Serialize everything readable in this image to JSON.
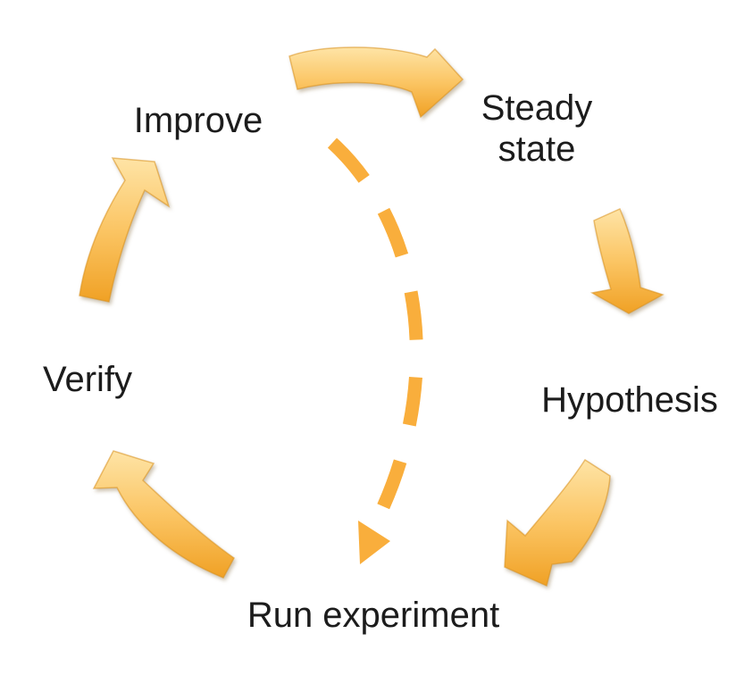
{
  "diagram": {
    "type": "cycle-diagram",
    "background": "#ffffff",
    "nodes": [
      {
        "id": "improve",
        "label": "Improve"
      },
      {
        "id": "steady-state",
        "label": "Steady state"
      },
      {
        "id": "hypothesis",
        "label": "Hypothesis"
      },
      {
        "id": "run-experiment",
        "label": "Run experiment"
      },
      {
        "id": "verify",
        "label": "Verify"
      }
    ],
    "edges": [
      {
        "from": "improve",
        "to": "steady-state",
        "style": "solid-curved-arrow"
      },
      {
        "from": "steady-state",
        "to": "hypothesis",
        "style": "solid-curved-arrow"
      },
      {
        "from": "hypothesis",
        "to": "run-experiment",
        "style": "solid-curved-arrow"
      },
      {
        "from": "run-experiment",
        "to": "verify",
        "style": "solid-curved-arrow"
      },
      {
        "from": "verify",
        "to": "improve",
        "style": "solid-curved-arrow"
      },
      {
        "from": "improve",
        "to": "run-experiment",
        "style": "dashed-curved-arrow"
      }
    ],
    "colors": {
      "arrow_light": "#FEE4A6",
      "arrow_mid": "#FBC564",
      "arrow_dark": "#F0A125",
      "arrow_outline": "#D9901B",
      "dash": "#F9AE3C",
      "text": "#1C1C1C"
    }
  }
}
